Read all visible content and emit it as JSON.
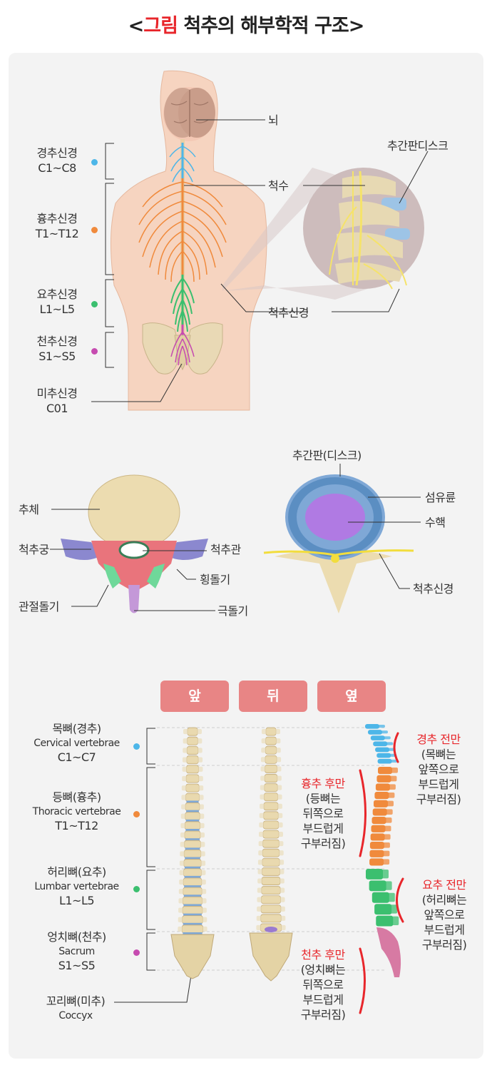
{
  "title": {
    "bracket_open": "<",
    "highlight": "그림",
    "rest": " 척추의 해부학적 구조",
    "bracket_close": ">"
  },
  "colors": {
    "cervical": "#4db6e8",
    "thoracic": "#f08a3c",
    "lumbar": "#3bbf6f",
    "sacral": "#c64bb0",
    "red_accent": "#e8262b",
    "tab_bg": "#e88585",
    "panel_bg": "#f3f3f3"
  },
  "section1": {
    "brain": "뇌",
    "spinal_cord": "척수",
    "disc": "추간판디스크",
    "spinal_nerve": "척추신경",
    "cervical": {
      "name": "경추신경",
      "range": "C1~C8"
    },
    "thoracic": {
      "name": "흉추신경",
      "range": "T1~T12"
    },
    "lumbar": {
      "name": "요추신경",
      "range": "L1~L5"
    },
    "sacral": {
      "name": "천추신경",
      "range": "S1~S5"
    },
    "coccygeal": {
      "name": "미추신경",
      "range": "C01"
    }
  },
  "section2": {
    "body": "추체",
    "arch": "척추궁",
    "canal": "척추관",
    "transverse": "횡돌기",
    "articular": "관절돌기",
    "spinous": "극돌기",
    "disc": "추간판(디스크)",
    "annulus": "섬유륜",
    "nucleus": "수핵",
    "spinal_nerve": "척추신경"
  },
  "section3": {
    "tabs": [
      "앞",
      "뒤",
      "옆"
    ],
    "cervical": {
      "name": "목뼈(경추)",
      "en": "Cervical vertebrae",
      "range": "C1~C7"
    },
    "thoracic": {
      "name": "등뼈(흉추)",
      "en": "Thoracic vertebrae",
      "range": "T1~T12"
    },
    "lumbar": {
      "name": "허리뼈(요추)",
      "en": "Lumbar vertebrae",
      "range": "L1~L5"
    },
    "sacrum": {
      "name": "엉치뼈(천추)",
      "en": "Sacrum",
      "range": "S1~S5"
    },
    "coccyx": {
      "name": "꼬리뼈(미추)",
      "en": "Coccyx"
    },
    "curve_cervical": {
      "head": "경추 전만",
      "l1": "(목뼈는",
      "l2": "앞쪽으로",
      "l3": "부드럽게",
      "l4": "구부러짐)"
    },
    "curve_thoracic": {
      "head": "흉추 후만",
      "l1": "(등뼈는",
      "l2": "뒤쪽으로",
      "l3": "부드럽게",
      "l4": "구부러짐)"
    },
    "curve_lumbar": {
      "head": "요추 전만",
      "l1": "(허리뼈는",
      "l2": "앞쪽으로",
      "l3": "부드럽게",
      "l4": "구부러짐)"
    },
    "curve_sacral": {
      "head": "천추 후만",
      "l1": "(엉치뼈는",
      "l2": "뒤쪽으로",
      "l3": "부드럽게",
      "l4": "구부러짐)"
    }
  }
}
